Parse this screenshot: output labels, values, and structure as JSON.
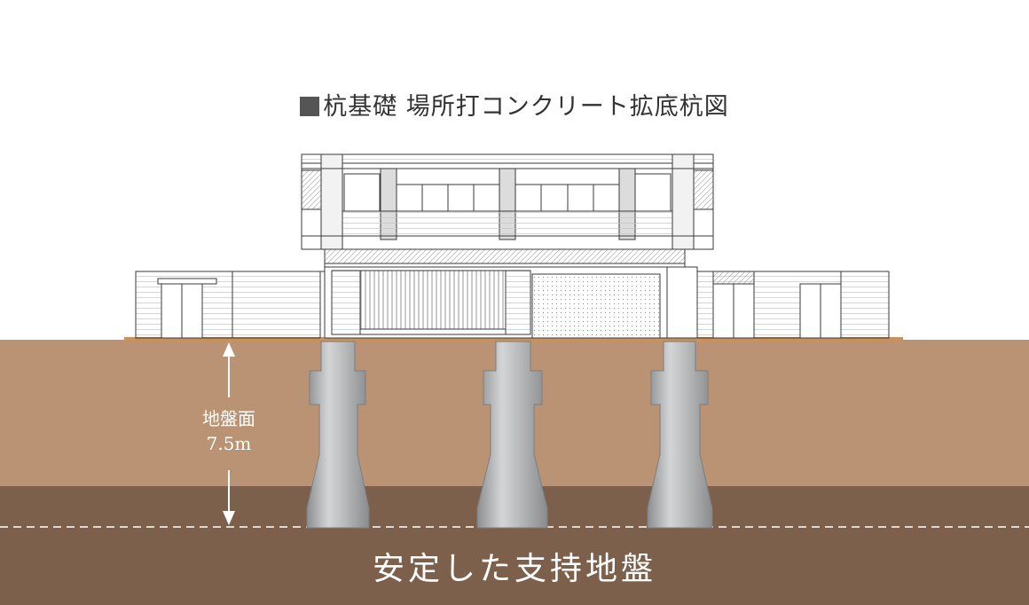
{
  "title": "杭基礎 場所打コンクリート拡底杭図",
  "depth_label": {
    "line1": "地盤面",
    "line2": "7.5m"
  },
  "bedrock_label": "安定した支持地盤",
  "colors": {
    "soil_upper": "#B99373",
    "soil_lower": "#7C604B",
    "ground_line": "#C8925E",
    "pile": "#A8A9AB",
    "title_mark": "#555555",
    "label_text": "#FFFFFF"
  },
  "icons": [
    "square-bullet-icon",
    "double-arrow-icon"
  ]
}
